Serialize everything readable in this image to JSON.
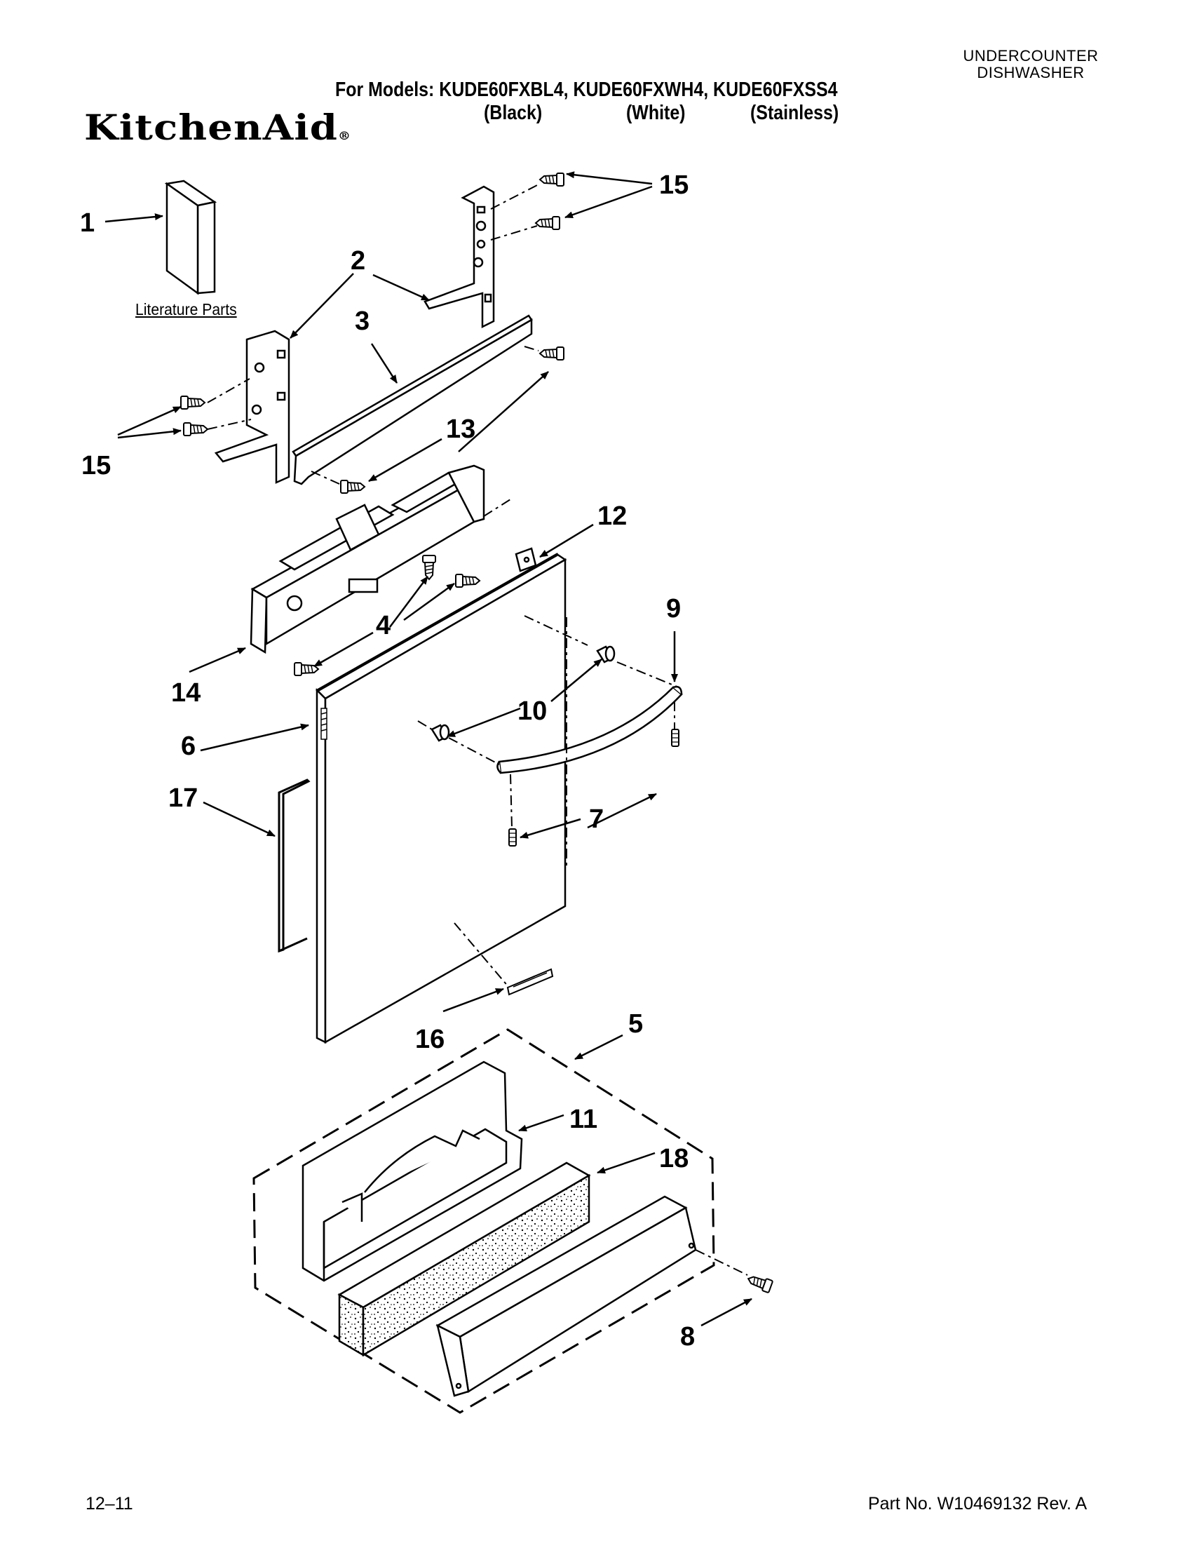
{
  "header": {
    "category_line1": "UNDERCOUNTER",
    "category_line2": "DISHWASHER",
    "models_line": "For Models: KUDE60FXBL4, KUDE60FXWH4, KUDE60FXSS4",
    "color_black": "(Black)",
    "color_white": "(White)",
    "color_stainless": "(Stainless)",
    "brand": "KitchenAid",
    "brand_mark": "®"
  },
  "diagram": {
    "literature_label": "Literature Parts",
    "callouts": {
      "c1": "1",
      "c2": "2",
      "c3": "3",
      "c4": "4",
      "c5": "5",
      "c6": "6",
      "c7": "7",
      "c8": "8",
      "c9": "9",
      "c10": "10",
      "c11": "11",
      "c12": "12",
      "c13": "13",
      "c14": "14",
      "c15a": "15",
      "c15b": "15",
      "c16": "16",
      "c17": "17",
      "c18": "18"
    }
  },
  "footer": {
    "date_code": "12–11",
    "part_number": "Part No. W10469132 Rev. A"
  }
}
